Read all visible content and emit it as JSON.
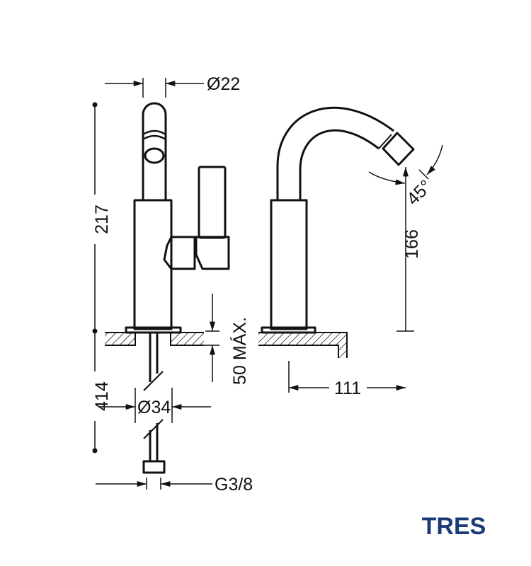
{
  "dimensions": {
    "spout_diameter": "Ø22",
    "total_height": "217",
    "pipe_length": "414",
    "base_diameter": "Ø34",
    "connection": "G3/8",
    "max_counter_thickness": "50 MÁX.",
    "spout_height": "166",
    "spout_reach": "111",
    "nozzle_angle": "45°"
  },
  "logo": {
    "text": "TRES",
    "color": "#1d3a78"
  },
  "colors": {
    "line": "#111111"
  }
}
